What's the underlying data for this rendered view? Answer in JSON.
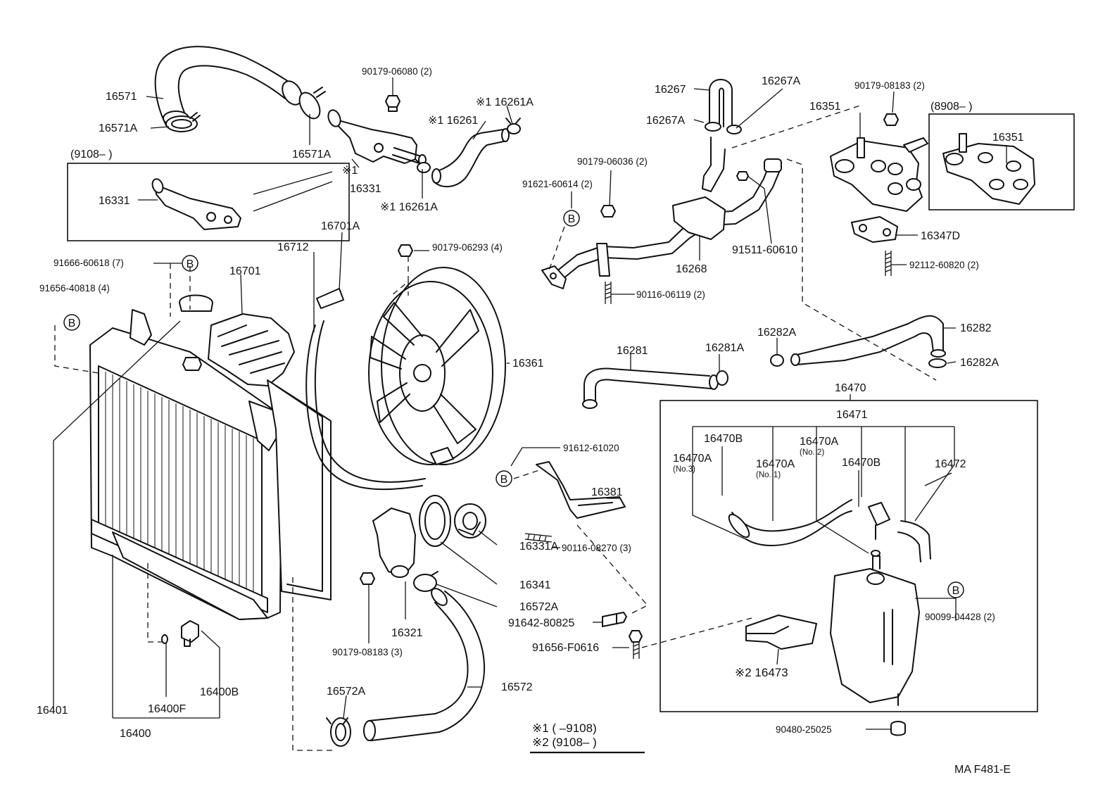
{
  "diagram": {
    "code": "MA F481-E",
    "parts": {
      "p16571": "16571",
      "p16571A_a": "16571A",
      "p16571A_b": "16571A",
      "p90179_06080": "90179-06080 (2)",
      "p16261A_top": "※1 16261A",
      "p16261": "※1 16261",
      "p16261A_bot": "※1 16261A",
      "p16331_mark": "※1",
      "p16331": "16331",
      "p16331_inset": "16331",
      "inset_9108": "(9108–        )",
      "p16267": "16267",
      "p16267A_a": "16267A",
      "p16267A_b": "16267A",
      "p90179_08183_top": "90179-08183 (2)",
      "p16351": "16351",
      "inset_8908": "(8908–        )",
      "p16351_inset": "16351",
      "p90179_06036": "90179-06036 (2)",
      "p91621_60614": "91621-60614 (2)",
      "p16347D": "16347D",
      "p92112_60820": "92112-60820 (2)",
      "p91511_60610": "91511-60610",
      "p16268": "16268",
      "p90116_06119": "90116-06119 (2)",
      "p16701A": "16701A",
      "p16712": "16712",
      "p90179_06293": "90179-06293 (4)",
      "p91666_60618": "91666-60618 (7)",
      "p16701": "16701",
      "p91656_40818": "91656-40818 (4)",
      "p16361": "16361",
      "p16281": "16281",
      "p16281A": "16281A",
      "p16282A_a": "16282A",
      "p16282": "16282",
      "p16282A_b": "16282A",
      "p16470": "16470",
      "p16471": "16471",
      "p16470B_a": "16470B",
      "p16470A_3": "16470A",
      "no3": "(No.3)",
      "p16470A_2": "16470A",
      "no2": "(No. 2)",
      "p16470A_1": "16470A",
      "no1": "(No. 1)",
      "p16470B_b": "16470B",
      "p16472": "16472",
      "p91612_61020": "91612-61020",
      "p16381": "16381",
      "p90116_08270": "90116-08270 (3)",
      "p16331A": "16331A",
      "p16341": "16341",
      "p16572A_a": "16572A",
      "p16321": "16321",
      "p91642_80825": "91642-80825",
      "p90179_08183_bot": "90179-08183 (3)",
      "p91656_F0616": "91656-F0616",
      "p16473": "※2 16473",
      "p90099_04428": "90099-04428 (2)",
      "p16572": "16572",
      "p16572A_b": "16572A",
      "p90480_25025": "90480-25025",
      "p16401": "16401",
      "p16400F": "16400F",
      "p16400B": "16400B",
      "p16400": "16400",
      "note1": "※1 (          –9108)",
      "note2": "※2 (9108–          )",
      "ref_b": "B"
    }
  }
}
